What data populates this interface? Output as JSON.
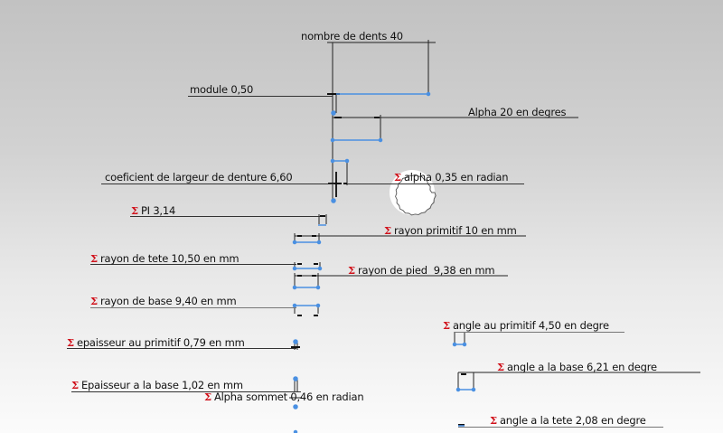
{
  "colors": {
    "sigma": "#d0101a",
    "sketch_blue": "#4a90e2",
    "dimension_line": "#222222"
  },
  "icons": {
    "sigma": "Σ",
    "gear": "gear-sketch-icon"
  },
  "dimensions": {
    "nombre_dents": {
      "label": "nombre de dents 40",
      "has_sigma": false
    },
    "module": {
      "label": "module 0,50",
      "has_sigma": false
    },
    "alpha_deg": {
      "label": "Alpha 20 en degres",
      "has_sigma": false
    },
    "largeur_denture": {
      "label": "coeficient de largeur de denture 6,60",
      "has_sigma": false
    },
    "alpha_rad": {
      "sigma": "Σ",
      "label": "alpha 0,35 en radian",
      "has_sigma": true
    },
    "pi": {
      "sigma": "Σ",
      "label": "PI 3,14",
      "has_sigma": true
    },
    "rayon_primitif": {
      "sigma": "Σ",
      "label": "rayon primitif 10 en mm",
      "has_sigma": true
    },
    "rayon_tete": {
      "sigma": "Σ",
      "label": "rayon de tete 10,50 en mm",
      "has_sigma": true
    },
    "rayon_pied": {
      "sigma": "Σ",
      "label": "rayon de pied  9,38 en mm",
      "has_sigma": true
    },
    "rayon_base": {
      "sigma": "Σ",
      "label": "rayon de base 9,40 en mm",
      "has_sigma": true
    },
    "angle_primitif": {
      "sigma": "Σ",
      "label": "angle au primitif 4,50 en degre",
      "has_sigma": true
    },
    "epaisseur_primitif": {
      "sigma": "Σ",
      "label": "epaisseur au primitif 0,79 en mm",
      "has_sigma": true
    },
    "angle_base": {
      "sigma": "Σ",
      "label": "angle a la base 6,21 en degre",
      "has_sigma": true
    },
    "epaisseur_base": {
      "sigma": "Σ",
      "label": "Epaisseur a la base 1,02 en mm",
      "has_sigma": true
    },
    "alpha_sommet": {
      "sigma": "Σ",
      "label": "Alpha sommet 0,46 en radian",
      "has_sigma": true
    },
    "angle_tete": {
      "sigma": "Σ",
      "label": "angle a la tete 2,08 en degre",
      "has_sigma": true
    }
  }
}
